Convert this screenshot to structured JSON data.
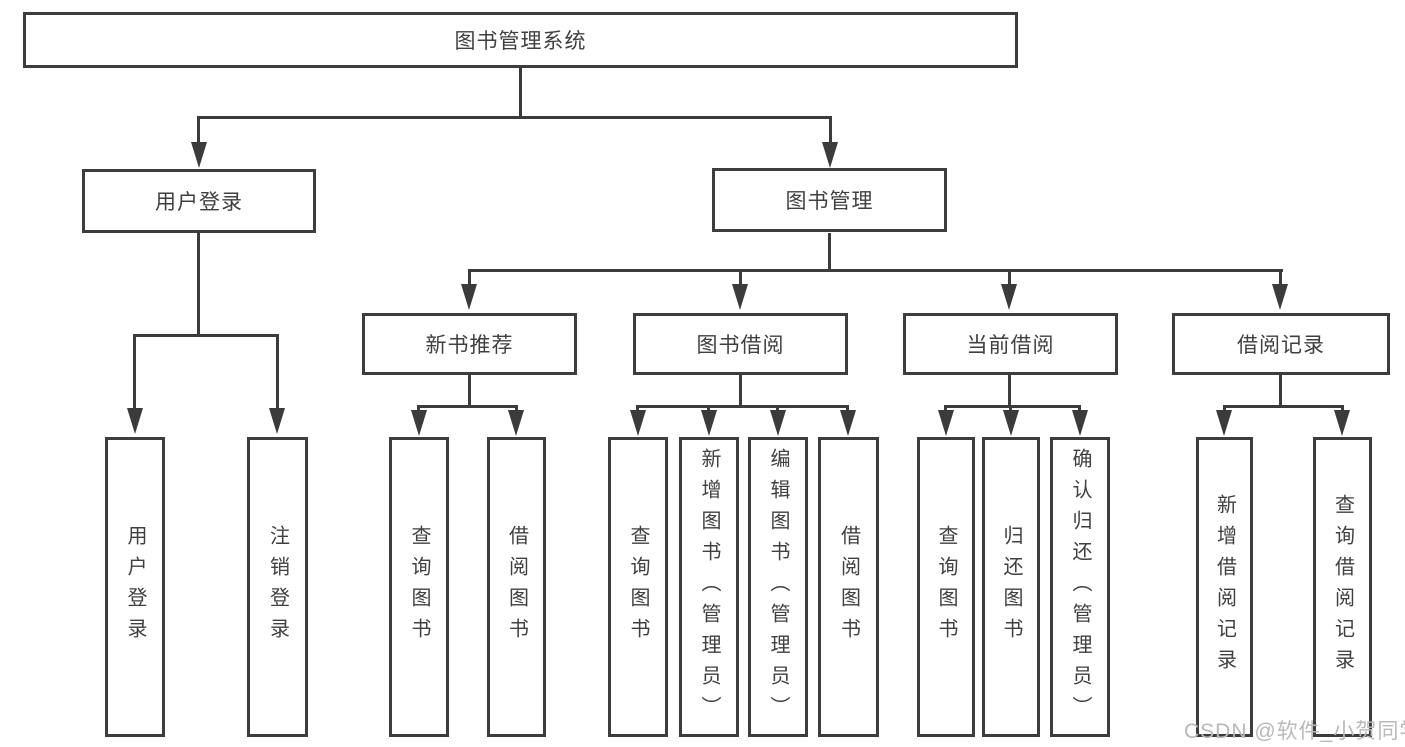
{
  "tree": {
    "root": "图书管理系统",
    "children": [
      {
        "label": "用户登录",
        "leaves": [
          "用户登录",
          "注销登录"
        ]
      },
      {
        "label": "图书管理",
        "children": [
          {
            "label": "新书推荐",
            "leaves": [
              "查询图书",
              "借阅图书"
            ]
          },
          {
            "label": "图书借阅",
            "leaves": [
              "查询图书",
              "新增图书（管理员）",
              "编辑图书（管理员）",
              "借阅图书"
            ]
          },
          {
            "label": "当前借阅",
            "leaves": [
              "查询图书",
              "归还图书",
              "确认归还（管理员）"
            ]
          },
          {
            "label": "借阅记录",
            "leaves": [
              "新增借阅记录",
              "查询借阅记录"
            ]
          }
        ]
      }
    ]
  },
  "watermark": {
    "text": "CSDN @软件_小贺同学"
  },
  "colors": {
    "line": "#3b3b3b",
    "border": "#3d3d3d",
    "text": "#404040",
    "watermark": "#b9b9b9",
    "background": "#ffffff"
  }
}
